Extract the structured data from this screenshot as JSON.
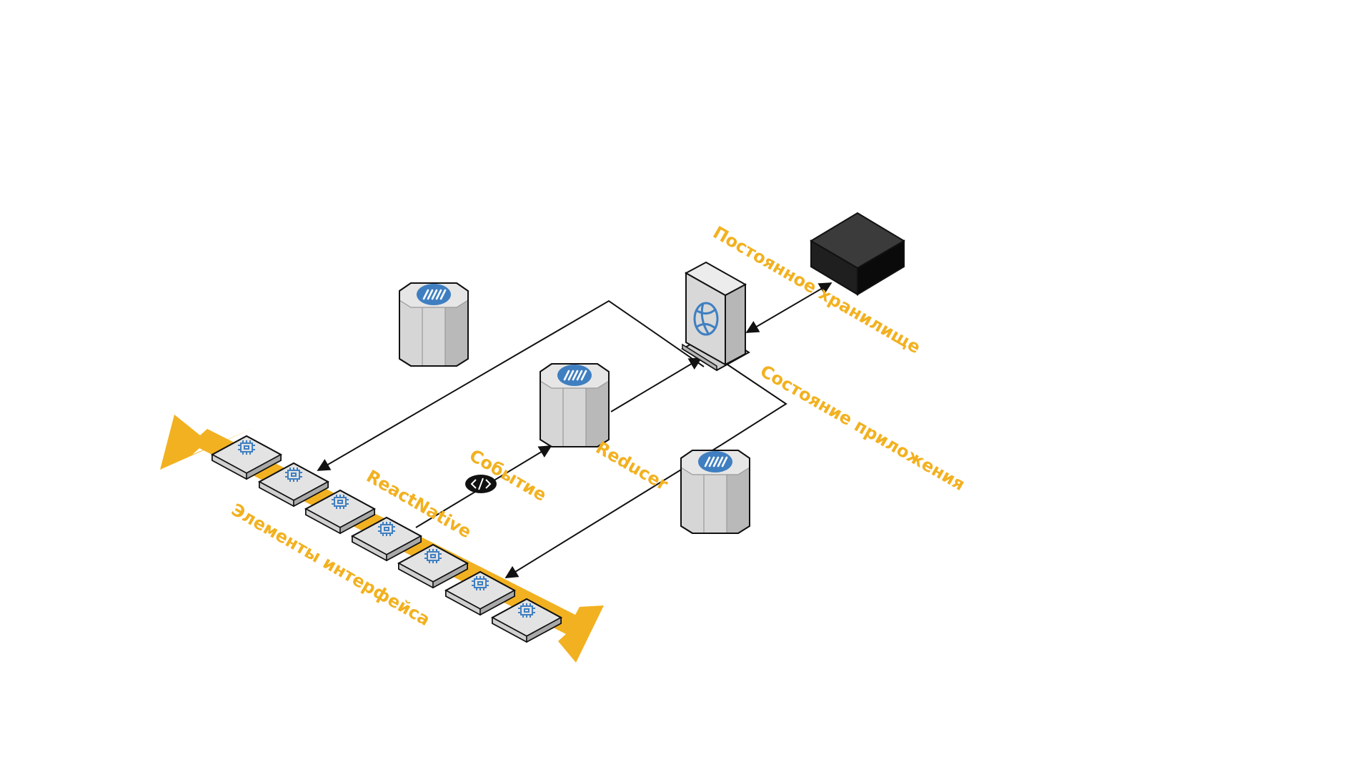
{
  "labels": {
    "persistent_storage": "Постоянное хранилище",
    "app_state": "Состояние приложения",
    "reducer": "Reducer",
    "event": "Событие",
    "react_native": "ReactNative",
    "ui_elements": "Элементы интерфейса"
  },
  "colors": {
    "accent": "#f2b120",
    "icon_blue": "#3f7fc1",
    "node_gray_light": "#e6e6e6",
    "node_gray_mid": "#d4d4d4",
    "node_gray_dark": "#b9b9b9",
    "storage_top": "#3b3b3b",
    "storage_left": "#1f1f1f",
    "storage_right": "#0a0a0a",
    "line": "#111111"
  },
  "icons": {
    "cylinder": "stream-bars-icon",
    "ui_element": "cpu-chip-icon",
    "server": "globe-icon",
    "event": "code-brackets-icon"
  },
  "ui_element_count": 7
}
